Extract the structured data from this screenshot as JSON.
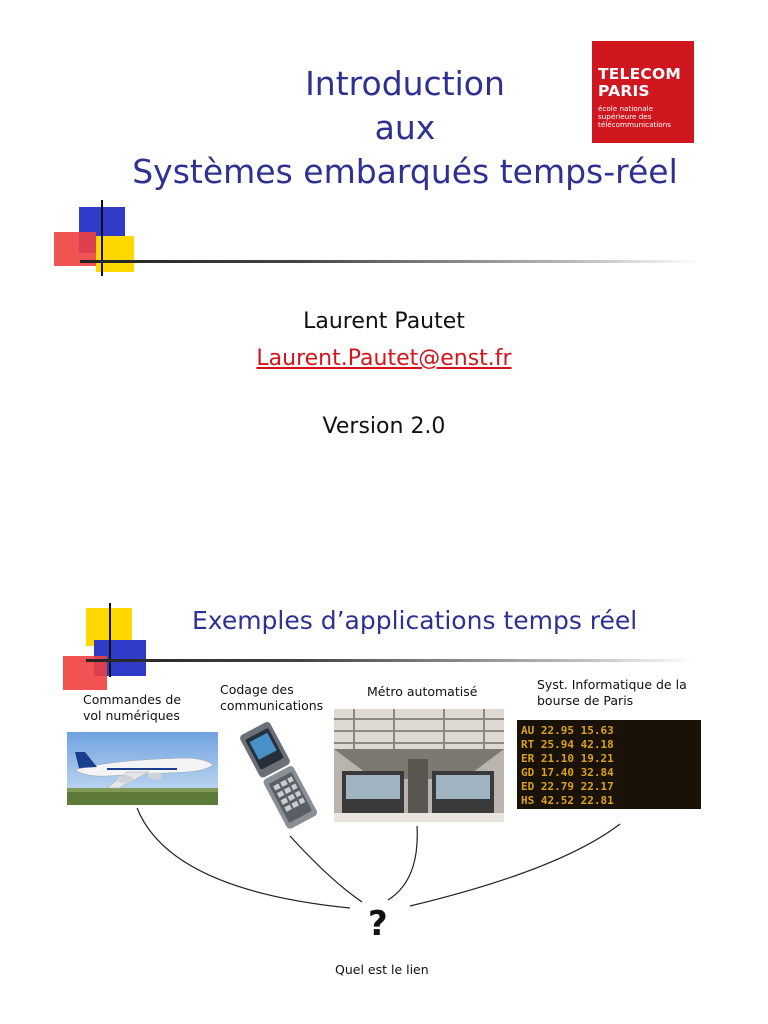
{
  "slide1": {
    "title_lines": [
      "Introduction",
      "aux",
      "Systèmes embarqués temps-réel"
    ],
    "logo": {
      "line1": "TELECOM",
      "line2": "PARIS",
      "line3": "école nationale",
      "line4": "supérieure des",
      "line5": "télécommunications"
    },
    "author": "Laurent Pautet",
    "email": "Laurent.Pautet@enst.fr",
    "version": "Version 2.0"
  },
  "slide2": {
    "title": "Exemples d’applications temps réel",
    "labels": {
      "flight": [
        "Commandes de",
        "vol numériques"
      ],
      "coding": [
        "Codage des",
        "communications"
      ],
      "metro": [
        "Métro automatisé"
      ],
      "stock": [
        "Syst. Informatique de la",
        "bourse de Paris"
      ]
    },
    "question": "?",
    "caption": "Quel est le lien"
  },
  "colors": {
    "title_blue": "#2e3192",
    "logo_red": "#d0161e",
    "email_red": "#d4141c",
    "square_blue": "#2f3cc8",
    "square_yellow": "#ffd800",
    "square_red": "#f04040"
  }
}
